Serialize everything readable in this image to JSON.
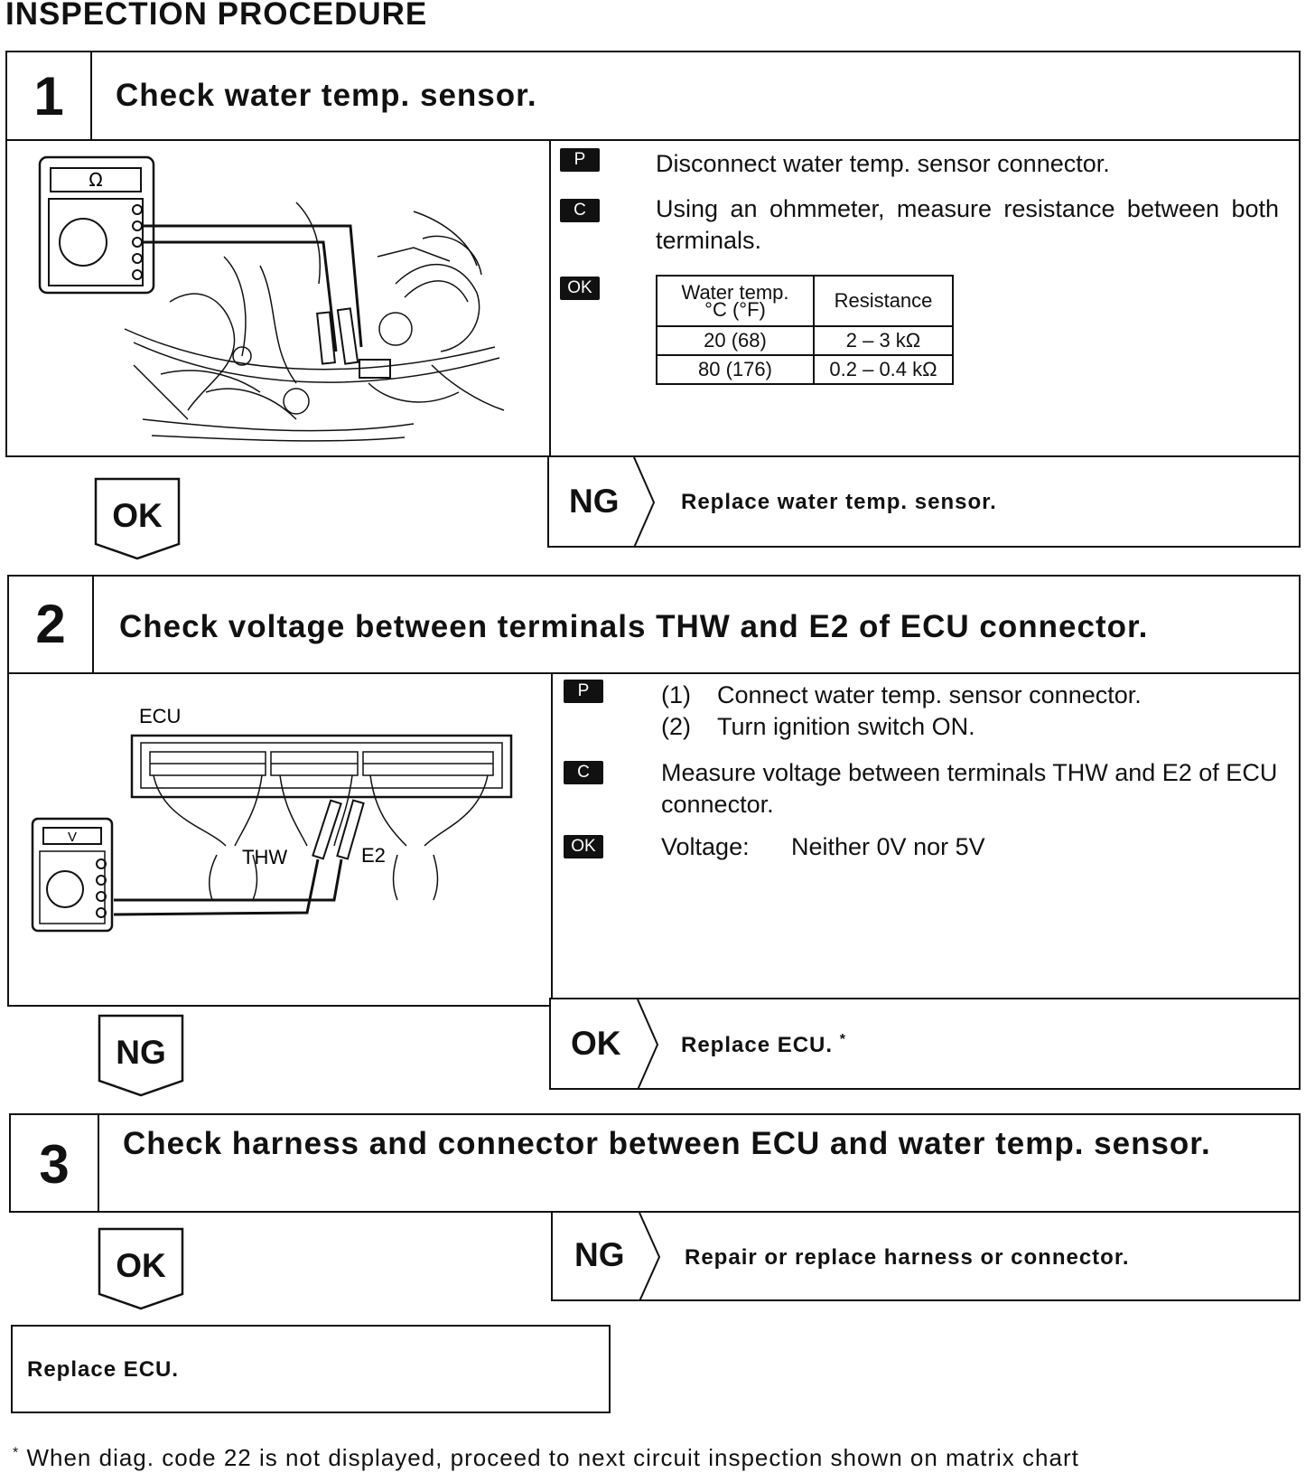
{
  "page_title": "INSPECTION PROCEDURE",
  "tags": {
    "prep": "P",
    "check": "C",
    "ok": "OK"
  },
  "step1": {
    "number": "1",
    "title": "Check water temp. sensor.",
    "meter_symbol": "Ω",
    "prep": "Disconnect water temp. sensor connector.",
    "check": "Using an ohmmeter, measure resistance between both terminals.",
    "table": {
      "header_temp_line1": "Water temp.",
      "header_temp_line2": "°C (°F)",
      "header_resistance": "Resistance",
      "rows": [
        {
          "temp": "20 (68)",
          "resistance": "2 – 3 kΩ"
        },
        {
          "temp": "80 (176)",
          "resistance": "0.2 – 0.4 kΩ"
        }
      ]
    },
    "pass_label": "OK",
    "fail_label": "NG",
    "fail_action": "Replace water temp. sensor."
  },
  "step2": {
    "number": "2",
    "title": "Check voltage between terminals THW and E2 of ECU connector.",
    "diagram": {
      "ecu": "ECU",
      "thw": "THW",
      "e2": "E2",
      "meter_symbol": "V"
    },
    "prep1_num": "(1)",
    "prep1": "Connect water temp. sensor connector.",
    "prep2_num": "(2)",
    "prep2": "Turn ignition switch ON.",
    "check": "Measure voltage between terminals THW and E2 of ECU connector.",
    "ok_label": "Voltage:",
    "ok_value": "Neither 0V nor 5V",
    "pass_label": "NG",
    "fail_label": "OK",
    "fail_action": "Replace ECU.",
    "fail_mark": "*"
  },
  "step3": {
    "number": "3",
    "title": "Check harness and connector between ECU and water temp. sensor.",
    "pass_label": "OK",
    "fail_label": "NG",
    "fail_action": "Repair or replace harness or connector."
  },
  "final_action": "Replace ECU.",
  "footnote_mark": "*",
  "footnote": "When diag. code 22 is not displayed, proceed to next circuit inspection shown on matrix chart"
}
